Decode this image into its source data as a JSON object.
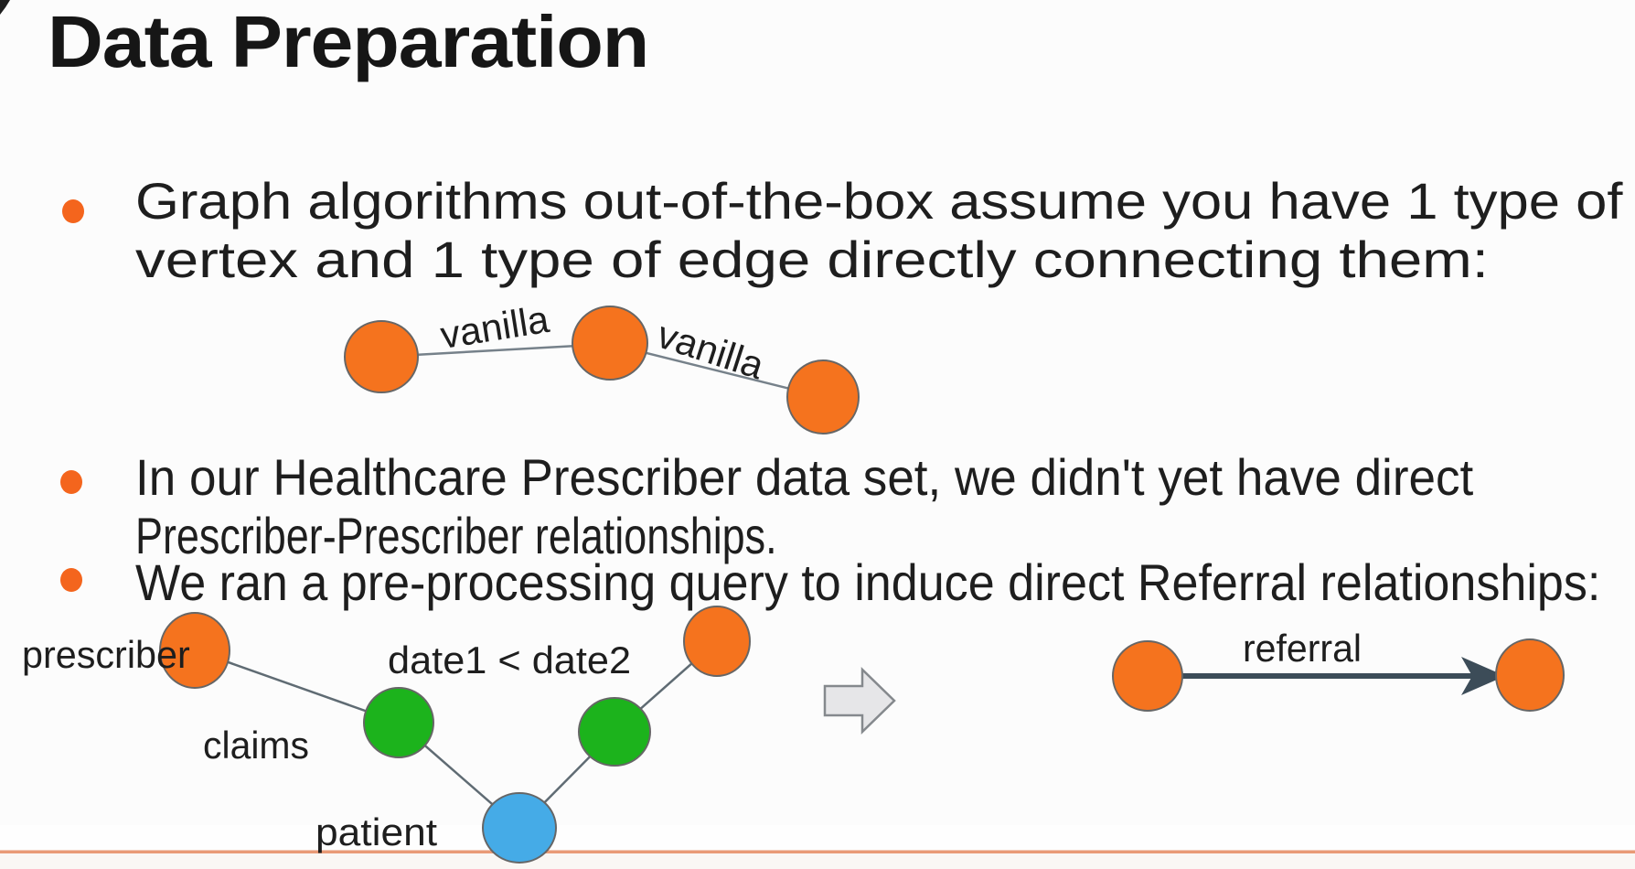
{
  "slide": {
    "title": "Data Preparation",
    "bullets": [
      {
        "lines": [
          "Graph algorithms out-of-the-box assume you have 1 type of",
          "vertex and 1 type of edge directly connecting them:"
        ]
      },
      {
        "lines": [
          "In our Healthcare Prescriber data set, we didn't yet have direct",
          "Prescriber-Prescriber relationships."
        ]
      },
      {
        "lines": [
          "We ran a pre-processing query to induce direct Referral relationships:"
        ]
      }
    ]
  },
  "vanilla_diagram": {
    "edge_label_1": "vanilla",
    "edge_label_2": "vanilla"
  },
  "claims_diagram": {
    "prescriber_label": "prescriber",
    "claims_label": "claims",
    "patient_label": "patient",
    "date_condition_label": "date1 < date2"
  },
  "referral_diagram": {
    "edge_label": "referral"
  },
  "colors": {
    "node_orange": "#F5731E",
    "node_green": "#1CB31C",
    "node_blue": "#45ABE7",
    "node_stroke": "#666666",
    "bullet_orange": "#F4651D",
    "edge_gray": "#76818A",
    "edge_gray_dark": "#5F6B73",
    "referral_arrow_dark": "#3C4C58",
    "block_arrow_fill": "#E6E6E8",
    "block_arrow_stroke": "#85898D",
    "divider_salmon": "#E99A76",
    "below_divider_bg": "#FAF7F4",
    "corner_artifact": "#1F1F1F"
  }
}
